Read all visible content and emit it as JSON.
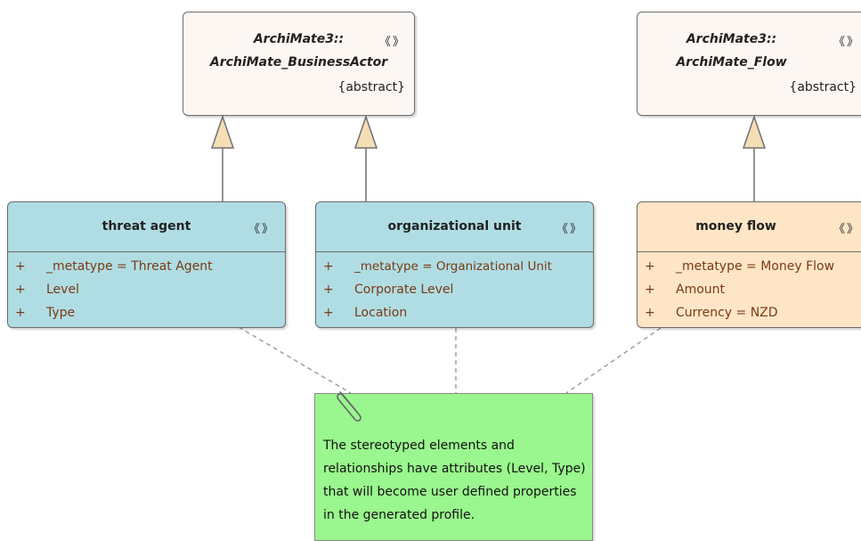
{
  "abstract_classes": [
    {
      "line1": "ArchiMate3::",
      "line2": "ArchiMate_BusinessActor",
      "stereotype": "《 》",
      "modifier": "{abstract}"
    },
    {
      "line1": "ArchiMate3::",
      "line2": "ArchiMate_Flow",
      "stereotype": "《 》",
      "modifier": "{abstract}"
    }
  ],
  "classes": [
    {
      "name": "threat agent",
      "stereotype": "《 》",
      "attributes": [
        {
          "visibility": "+",
          "text": "_metatype = Threat Agent"
        },
        {
          "visibility": "+",
          "text": "Level"
        },
        {
          "visibility": "+",
          "text": "Type"
        }
      ]
    },
    {
      "name": "organizational unit",
      "stereotype": "《 》",
      "attributes": [
        {
          "visibility": "+",
          "text": "_metatype = Organizational Unit"
        },
        {
          "visibility": "+",
          "text": "Corporate Level"
        },
        {
          "visibility": "+",
          "text": "Location"
        }
      ]
    },
    {
      "name": "money flow",
      "stereotype": "《 》",
      "attributes": [
        {
          "visibility": "+",
          "text": "_metatype = Money Flow"
        },
        {
          "visibility": "+",
          "text": "Amount"
        },
        {
          "visibility": "+",
          "text": "Currency = NZD"
        }
      ]
    }
  ],
  "note": {
    "text": "The stereotyped elements and relationships have attributes (Level, Type) that will become user defined properties in the generated profile."
  },
  "colors": {
    "abstract_fill": "#fcf7f2",
    "stereotype_fill_blue": "#b0dde4",
    "stereotype_fill_peach": "#fde5c6",
    "note_fill": "#9af68e",
    "attribute_text": "#7a3a14",
    "generalization_arrow_fill": "#f5ddb5"
  }
}
